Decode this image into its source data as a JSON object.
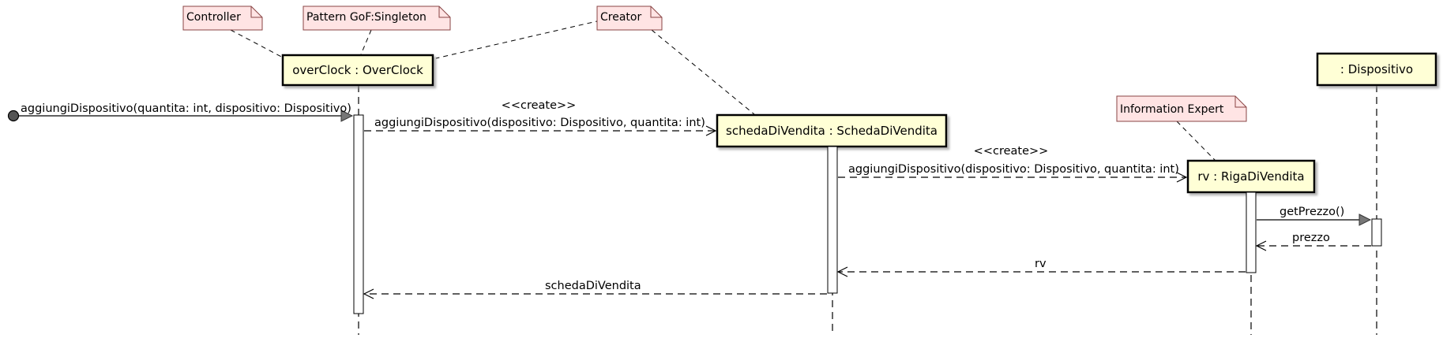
{
  "notes": {
    "controller": "Controller",
    "singleton": "Pattern GoF:Singleton",
    "creator": "Creator",
    "info_expert": "Information Expert"
  },
  "lifelines": {
    "overclock": "overClock : OverClock",
    "scheda": "schedaDiVendita : SchedaDiVendita",
    "riga": "rv : RigaDiVendita",
    "dispositivo": ": Dispositivo"
  },
  "messages": {
    "found": "aggiungiDispositivo(quantita: int, dispositivo: Dispositivo)",
    "create1_stereotype": "<<create>>",
    "create1": "aggiungiDispositivo(dispositivo: Dispositivo, quantita: int)",
    "create2_stereotype": "<<create>>",
    "create2": "aggiungiDispositivo(dispositivo: Dispositivo, quantita: int)",
    "get_prezzo": "getPrezzo()",
    "ret_prezzo": "prezzo",
    "ret_rv": "rv",
    "ret_scheda": "schedaDiVendita"
  },
  "colors": {
    "note_fill": "#FFE4E4",
    "note_stroke": "#B05050",
    "object_fill": "#FFFFD6",
    "activation_fill": "#FFFFFF",
    "line": "#000000"
  }
}
